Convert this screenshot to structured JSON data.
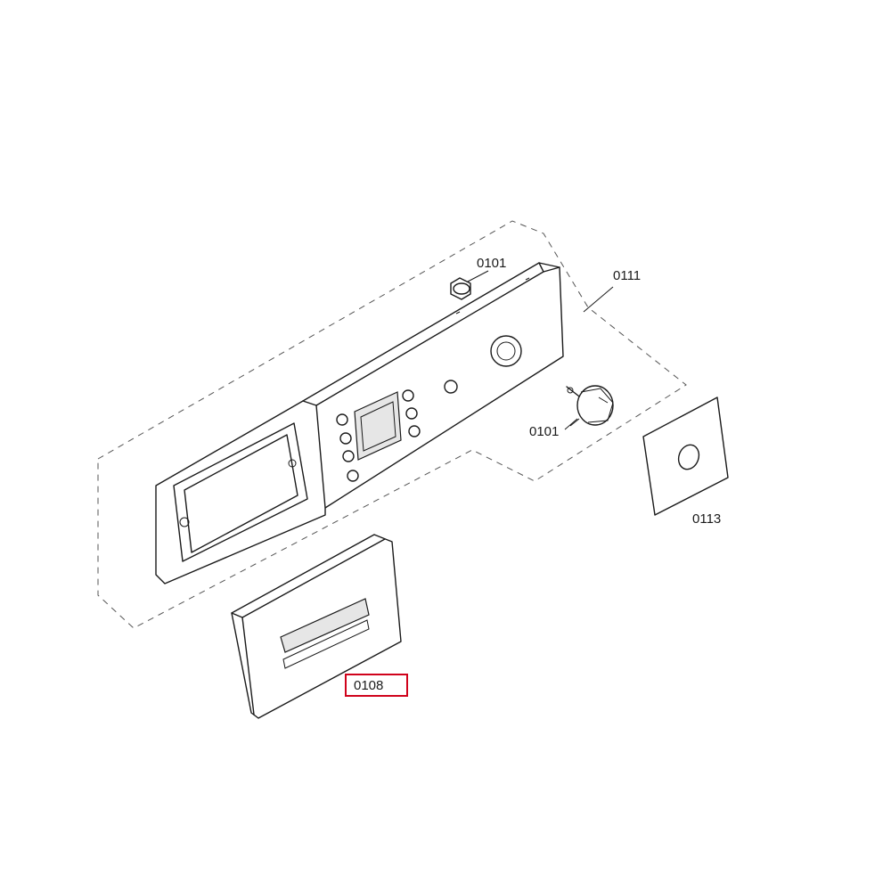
{
  "callouts": [
    {
      "id": "knob-top",
      "text": "0101"
    },
    {
      "id": "panel",
      "text": "0111"
    },
    {
      "id": "knob-right",
      "text": "0101"
    },
    {
      "id": "drawer-handle",
      "text": "0108",
      "highlighted": true
    },
    {
      "id": "cover-plate",
      "text": "0113"
    }
  ],
  "highlight_color": "#d0021b"
}
